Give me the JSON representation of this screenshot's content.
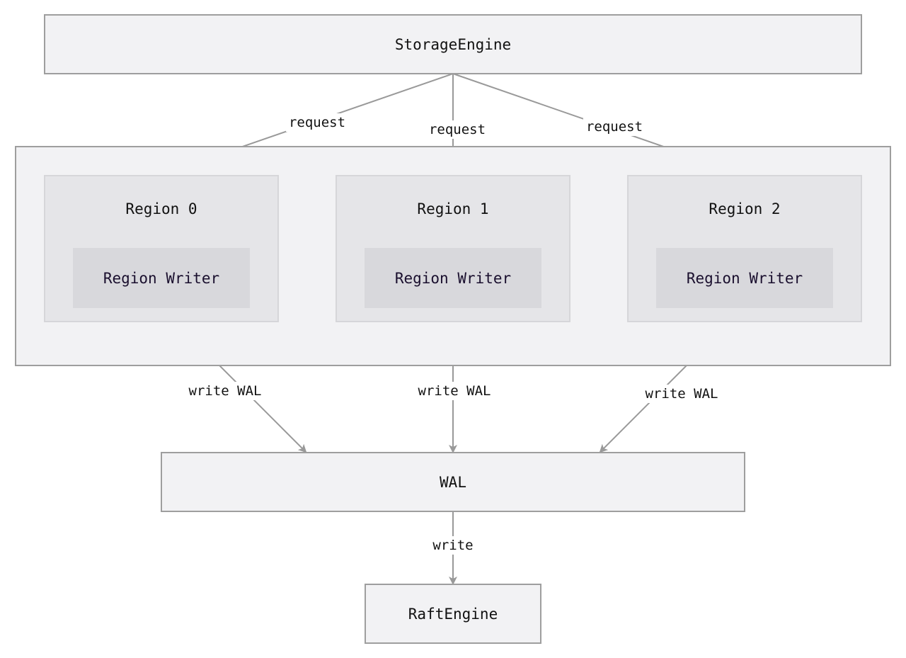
{
  "nodes": {
    "storage_engine": "StorageEngine",
    "regions": [
      {
        "title": "Region 0",
        "writer": "Region Writer"
      },
      {
        "title": "Region 1",
        "writer": "Region Writer"
      },
      {
        "title": "Region 2",
        "writer": "Region Writer"
      }
    ],
    "wal": "WAL",
    "raft_engine": "RaftEngine"
  },
  "edges": {
    "request_0": "request",
    "request_1": "request",
    "request_2": "request",
    "write_wal_0": "write WAL",
    "write_wal_1": "write WAL",
    "write_wal_2": "write WAL",
    "write": "write"
  },
  "colors": {
    "node_fill": "#f2f2f4",
    "node_border": "#9e9e9e",
    "region_fill": "#e5e5e8",
    "writer_fill": "#d8d8dc",
    "edge": "#999999"
  }
}
